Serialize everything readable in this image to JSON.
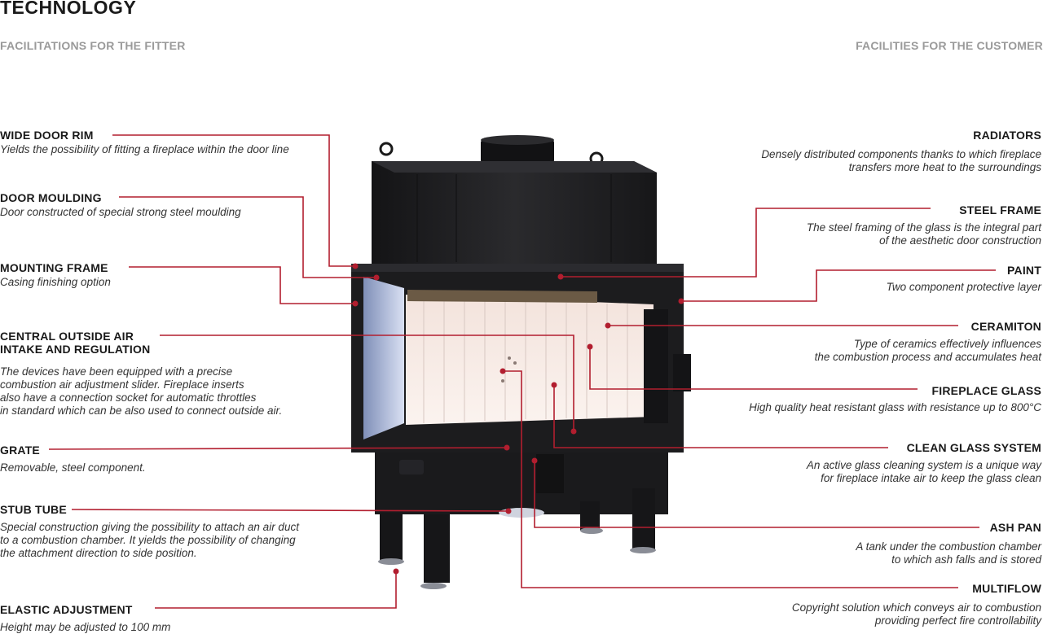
{
  "header": {
    "title": "TECHNOLOGY",
    "left_subtitle": "FACILITATIONS FOR THE FITTER",
    "right_subtitle": "FACILITIES FOR THE CUSTOMER"
  },
  "left_features": [
    {
      "heading": "WIDE DOOR RIM",
      "description": "Yields the possibility of fitting a fireplace within the door line"
    },
    {
      "heading": "DOOR MOULDING",
      "description": "Door constructed of special strong steel moulding"
    },
    {
      "heading": "MOUNTING FRAME",
      "description": "Casing finishing option"
    },
    {
      "heading": "CENTRAL OUTSIDE AIR\nINTAKE AND REGULATION",
      "description": "The devices have been equipped with a precise\ncombustion air adjustment slider. Fireplace inserts\nalso have a connection socket for automatic throttles\nin standard which can be also used to connect outside air."
    },
    {
      "heading": "GRATE",
      "description": "Removable, steel component."
    },
    {
      "heading": "STUB TUBE",
      "description": "Special construction giving the possibility to attach  an air duct\nto a combustion chamber. It yields the possibility of changing\nthe attachment direction to side position."
    },
    {
      "heading": "ELASTIC ADJUSTMENT",
      "description": "Height may be adjusted to 100 mm"
    }
  ],
  "right_features": [
    {
      "heading": "RADIATORS",
      "description": "Densely distributed components thanks to which fireplace\ntransfers more heat to the surroundings"
    },
    {
      "heading": "STEEL FRAME",
      "description": "The steel framing of the glass is the integral part\nof the aesthetic door construction"
    },
    {
      "heading": "PAINT",
      "description": "Two component protective layer"
    },
    {
      "heading": "CERAMITON",
      "description": "Type of ceramics effectively influences\nthe combustion process and accumulates heat"
    },
    {
      "heading": "FIREPLACE GLASS",
      "description": "High quality heat resistant glass with resistance up to 800°C"
    },
    {
      "heading": "CLEAN GLASS SYSTEM",
      "description": "An active glass cleaning system is a unique way\nfor fireplace intake air to keep the glass clean"
    },
    {
      "heading": "ASH PAN",
      "description": "A tank under the combustion chamber\nto which ash falls and is stored"
    },
    {
      "heading": "MULTIFLOW",
      "description": "Copyright solution which conveys air to combustion\nproviding perfect fire controllability"
    }
  ],
  "colors": {
    "leader_line": "#b21e2f",
    "heading_text": "#1a1a1a",
    "subtitle_text": "#9a9a9a",
    "stove_body": "#1c1c1e",
    "firebox_lining": "#f6ebe6"
  }
}
